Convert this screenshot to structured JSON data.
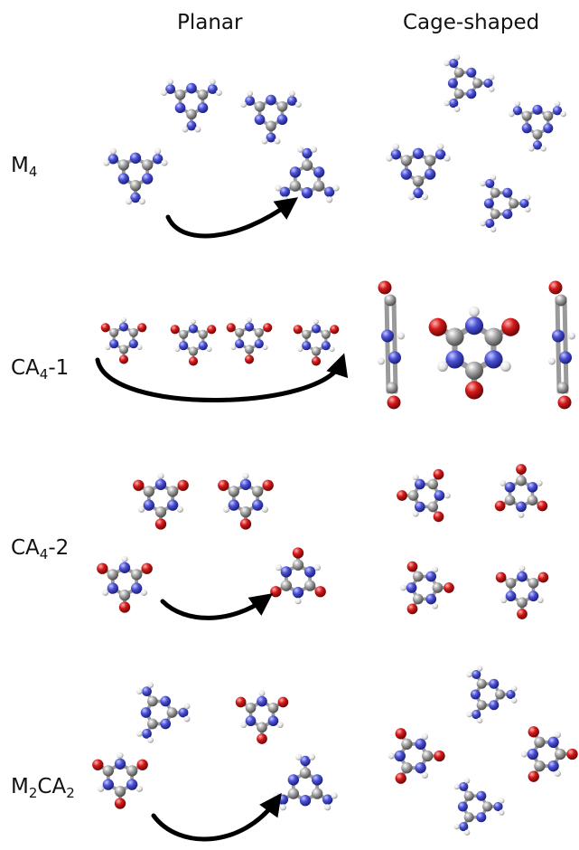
{
  "headers": {
    "planar": "Planar",
    "cage": "Cage-shaped"
  },
  "rows": [
    {
      "id": "M4",
      "parts": [
        {
          "t": "M"
        },
        {
          "t": "4",
          "sub": true
        }
      ]
    },
    {
      "id": "CA4-1",
      "parts": [
        {
          "t": "CA"
        },
        {
          "t": "4",
          "sub": true
        },
        {
          "t": "-1"
        }
      ]
    },
    {
      "id": "CA4-2",
      "parts": [
        {
          "t": "CA"
        },
        {
          "t": "4",
          "sub": true
        },
        {
          "t": "-2"
        }
      ]
    },
    {
      "id": "M2CA2",
      "parts": [
        {
          "t": "M"
        },
        {
          "t": "2",
          "sub": true
        },
        {
          "t": "CA"
        },
        {
          "t": "2",
          "sub": true
        }
      ]
    }
  ],
  "colors": {
    "carbon": "#8f8f8f",
    "nitrogen": "#3a3fbf",
    "oxygen": "#c41616",
    "hydrogen": "#f0f0f0",
    "arrow": "#000000"
  }
}
